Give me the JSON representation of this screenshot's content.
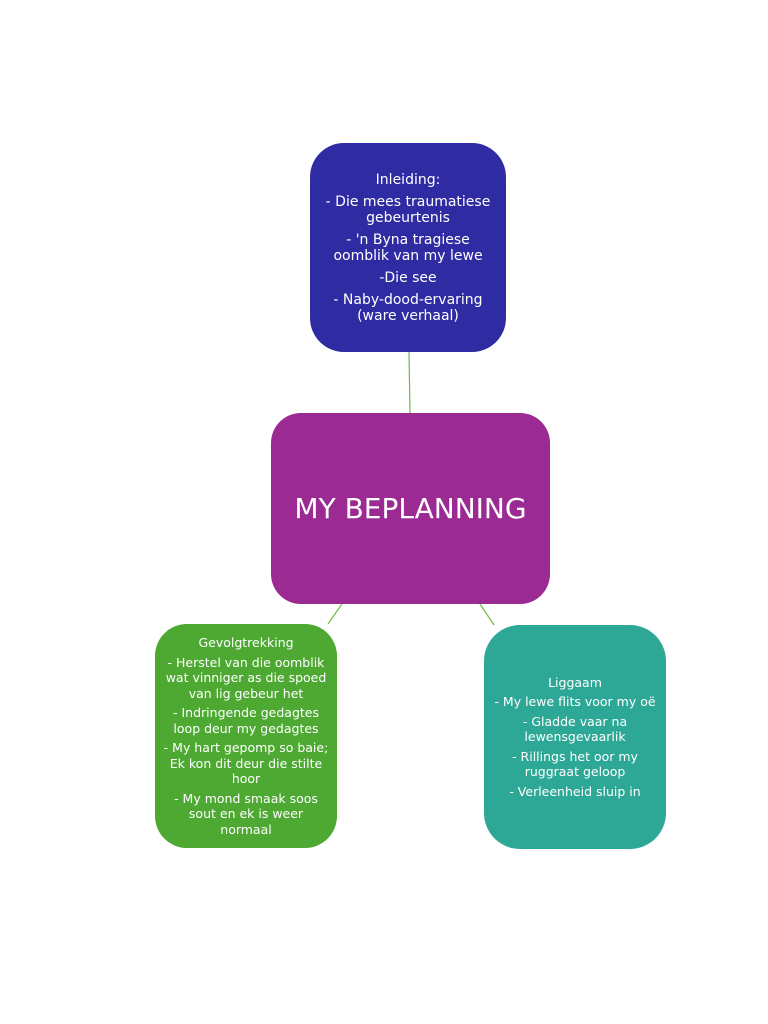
{
  "colors": {
    "top_node": "#2e2ba3",
    "center_node": "#9b2b93",
    "left_node": "#4ea933",
    "right_node": "#2ea896",
    "connector": "#6dbb4a",
    "text": "#ffffff"
  },
  "center": {
    "title": "MY BEPLANNING"
  },
  "top": {
    "heading": "Inleiding:",
    "items": [
      "- Die mees traumatiese gebeurtenis",
      "- 'n Byna tragiese oomblik van my lewe",
      "-Die see",
      "- Naby-dood-ervaring (ware verhaal)"
    ]
  },
  "left": {
    "heading": "Gevolgtrekking",
    "items": [
      "- Herstel van die oomblik wat vinniger as die spoed van lig gebeur het",
      "- Indringende gedagtes loop deur my gedagtes",
      "- My hart gepomp so baie; Ek kon dit deur die stilte hoor",
      "- My mond smaak soos sout en ek is weer normaal"
    ]
  },
  "right": {
    "heading": "Liggaam",
    "items": [
      "- My lewe flits voor my oë",
      "- Gladde vaar na lewensgevaarlik",
      "- Rillings het oor my ruggraat geloop",
      "- Verleenheid sluip in"
    ]
  }
}
